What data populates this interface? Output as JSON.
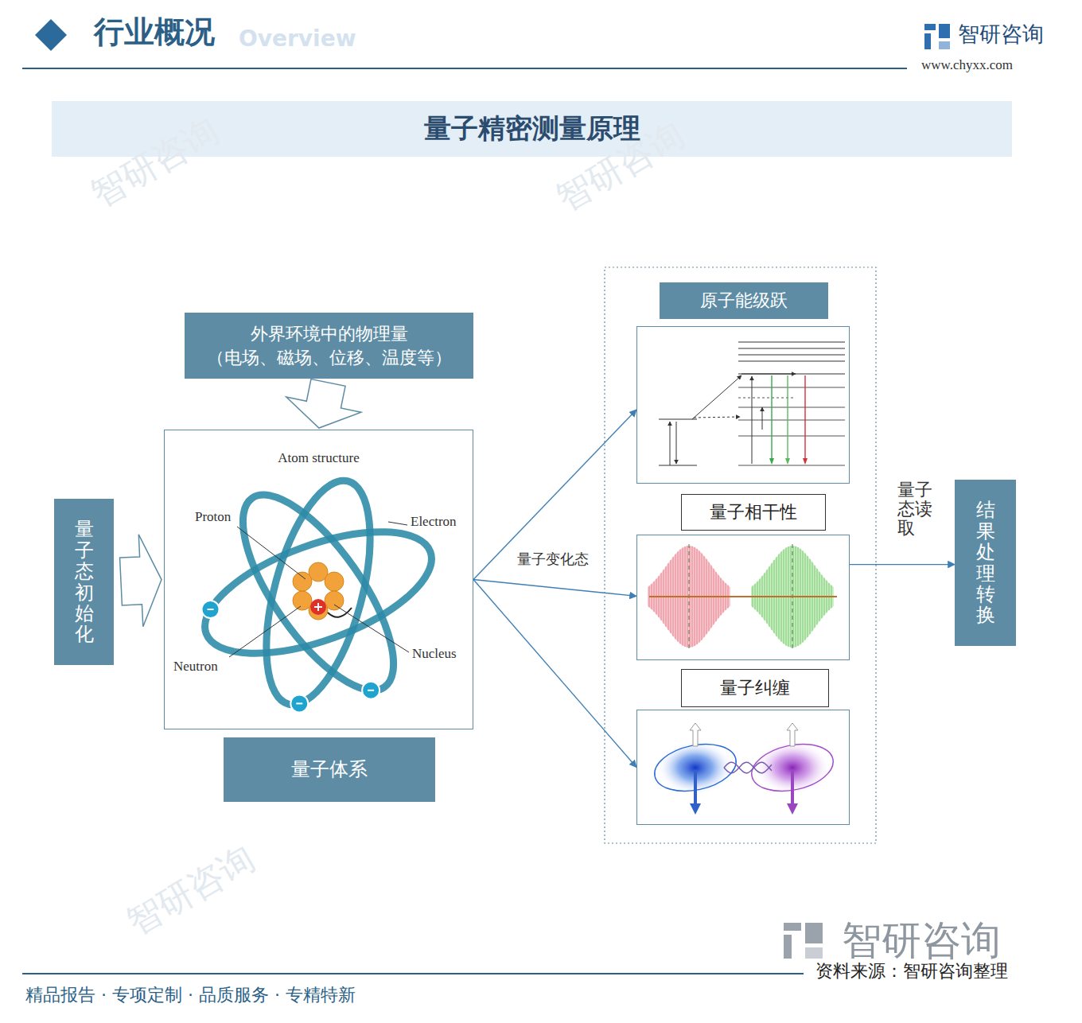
{
  "diagram": {
    "title": "量子精密测量原理",
    "nodes": [
      {
        "text": [
          "外界环境中的物理量",
          "（电场、磁场、位移、温度等）"
        ]
      },
      {
        "text": [
          "量子态初始化"
        ]
      },
      {
        "text": [
          "Atom structure"
        ]
      },
      {
        "text": [
          "量子体系"
        ]
      },
      {
        "text": [
          "原子能级跃"
        ]
      },
      {
        "text": [
          "量子相干性"
        ]
      },
      {
        "text": [
          "量子纠缠"
        ]
      },
      {
        "text": [
          "结果处理转换"
        ]
      }
    ],
    "edges": [
      {
        "from": 1,
        "to": 2,
        "arrow": "to"
      },
      {
        "from": 0,
        "to": 2,
        "arrow": "to"
      },
      {
        "from": 2,
        "to": 4,
        "arrow": "to"
      },
      {
        "from": 2,
        "to": 5,
        "label": "量子变化态",
        "arrow": "to"
      },
      {
        "from": 2,
        "to": 6,
        "arrow": "to"
      },
      {
        "from": 5,
        "to": 7,
        "label": "量子态读取",
        "arrow": "to"
      }
    ],
    "labels": [
      "行业概况",
      "Overview",
      "智研咨询",
      "www.chyxx.com",
      "Proton",
      "Electron",
      "Neutron",
      "Nucleus",
      "智研咨询",
      "智研咨询",
      "智研咨询",
      "智研咨询",
      "资料来源：智研咨询整理",
      "精品报告 · 专项定制 · 品质服务 · 专精特新"
    ]
  }
}
